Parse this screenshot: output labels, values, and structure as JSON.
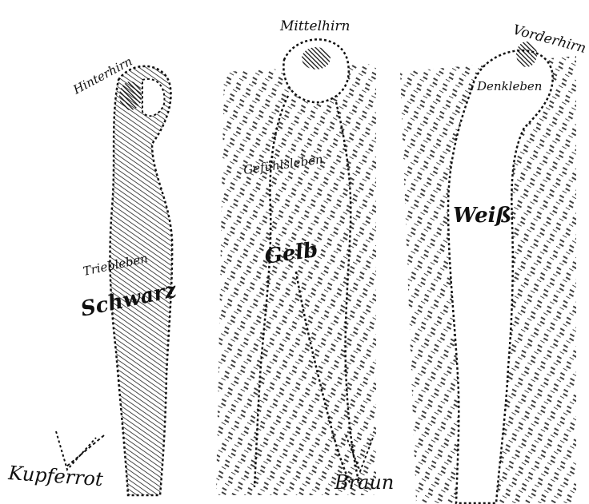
{
  "figures": [
    {
      "id": "left",
      "brain_label": "Hinterhirn",
      "life_label": "Triebleben",
      "color_label": "Schwarz",
      "bottom_label": "Kupferrot"
    },
    {
      "id": "middle",
      "brain_label": "Mittelhirn",
      "life_label": "Gefühlsleben",
      "color_label": "Gelb",
      "bottom_label": "Braun"
    },
    {
      "id": "right",
      "brain_label": "Vorderhirn",
      "life_label": "Denkleben",
      "color_label": "Weiß"
    }
  ],
  "colors": {
    "ink": "#111111",
    "background": "#ffffff"
  }
}
